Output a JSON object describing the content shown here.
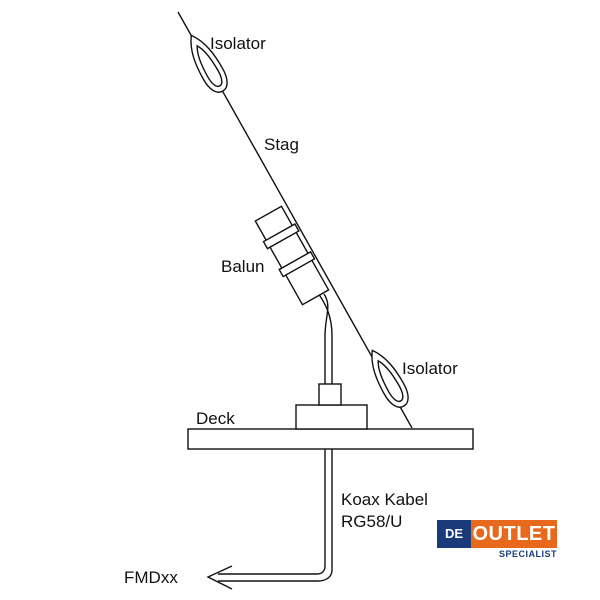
{
  "labels": {
    "isolator_top": "Isolator",
    "stag": "Stag",
    "balun": "Balun",
    "isolator_bottom": "Isolator",
    "deck": "Deck",
    "cable_line1": "Koax Kabel",
    "cable_line2": "RG58/U",
    "fmd": "FMDxx"
  },
  "logo": {
    "de": "DE",
    "outlet": "OUTLET",
    "specialist": "SPECIALIST",
    "colors": {
      "blue": "#1a3a7a",
      "orange": "#e8691c"
    }
  }
}
